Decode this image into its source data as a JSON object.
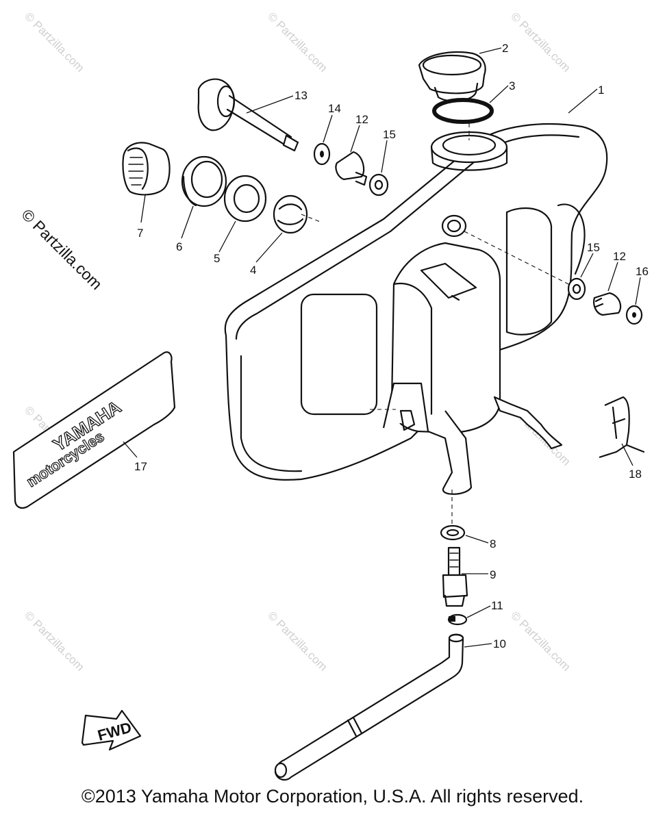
{
  "watermark": "© Partzilla.com",
  "copyright": "©2013 Yamaha Motor Corporation, U.S.A. All rights reserved.",
  "callouts": {
    "p1": "1",
    "p2": "2",
    "p3": "3",
    "p4": "4",
    "p5": "5",
    "p6": "6",
    "p7": "7",
    "p8": "8",
    "p9": "9",
    "p10": "10",
    "p11": "11",
    "p12a": "12",
    "p12b": "12",
    "p13": "13",
    "p14": "14",
    "p15a": "15",
    "p15b": "15",
    "p16": "16",
    "p17": "17",
    "p18": "18"
  },
  "decal_text": [
    "YAMAHA",
    "motorcycles"
  ],
  "arrow_label": "FWD"
}
